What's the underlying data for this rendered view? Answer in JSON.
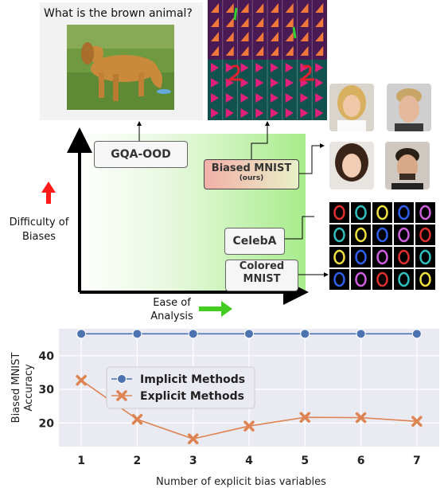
{
  "vqa": {
    "question": "What is the brown animal?"
  },
  "labels": {
    "gqa": "GQA-OOD",
    "biased_l1": "Biased MNIST",
    "biased_l2": "(ours)",
    "celeba": "CelebA",
    "colored_l1": "Colored",
    "colored_l2": "MNIST",
    "difficulty_l1": "Difficulty of",
    "difficulty_l2": "Biases",
    "ease_l1": "Ease of",
    "ease_l2": "Analysis"
  },
  "colors": {
    "red_arrow": "#ff1a1a",
    "green_arrow": "#44cc22",
    "implicit": "#4c72b0",
    "explicit": "#dd8452",
    "plot_bg": "#eaeaf2"
  },
  "chart_data": {
    "type": "line",
    "x": [
      1,
      2,
      3,
      4,
      5,
      6,
      7
    ],
    "series": [
      {
        "name": "Implicit Methods",
        "values": [
          46.5,
          46.5,
          46.5,
          46.5,
          46.5,
          46.5,
          46.5
        ],
        "marker": "circle"
      },
      {
        "name": "Explicit Methods",
        "values": [
          32.7,
          21.1,
          15.3,
          19.1,
          21.7,
          21.6,
          20.5
        ],
        "marker": "x"
      }
    ],
    "xlabel": "Number of explicit bias variables",
    "ylabel": "Biased MNIST Accuracy",
    "yticks": [
      20,
      30,
      40
    ],
    "ylim": [
      13,
      48
    ],
    "xlim": [
      0.6,
      7.4
    ],
    "grid": true,
    "legend": "upper-left"
  }
}
